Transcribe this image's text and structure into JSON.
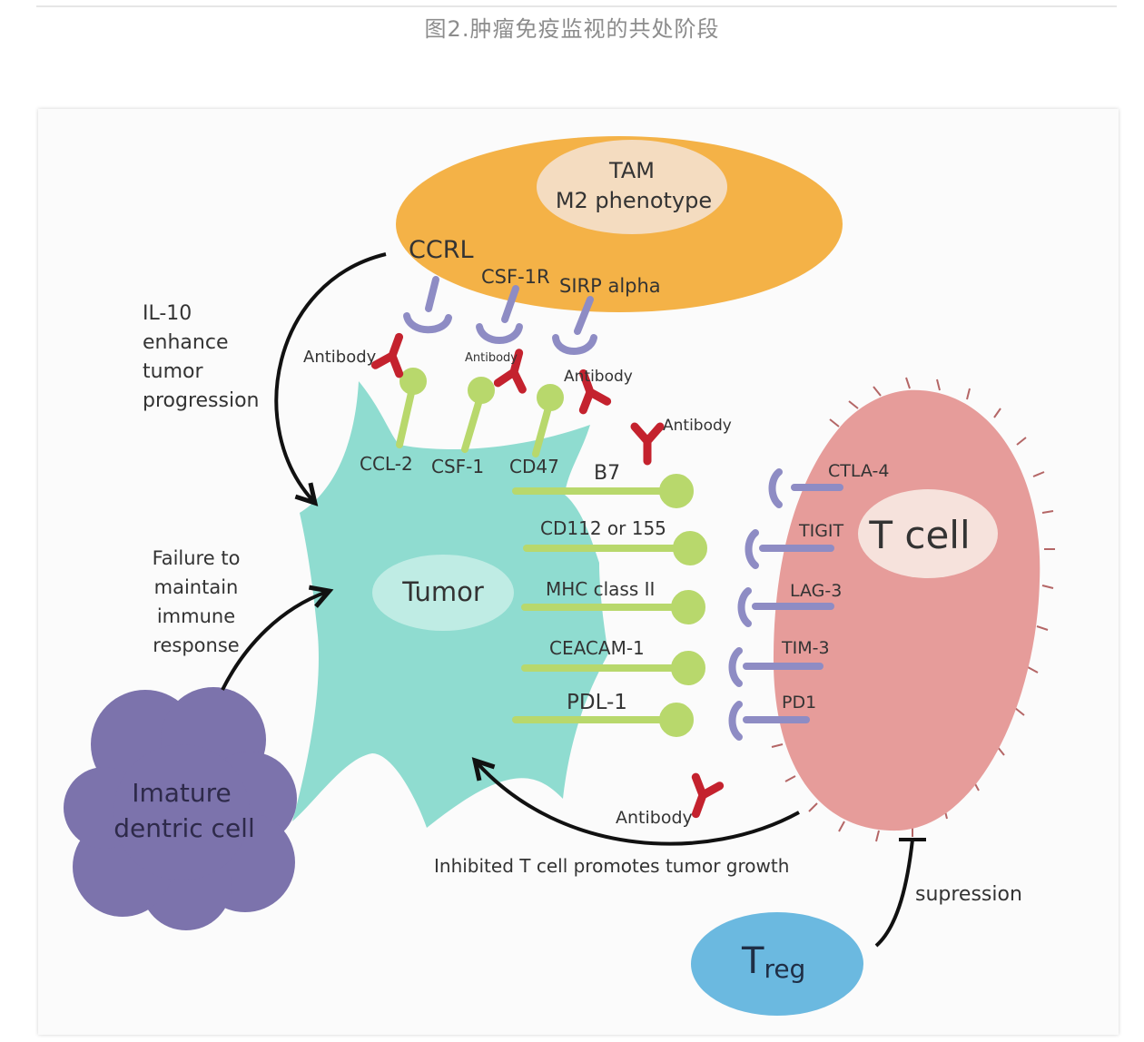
{
  "caption": "图2.肿瘤免疫监视的共处阶段",
  "colors": {
    "tam": "#f4b247",
    "tam_inner": "#f4dcc0",
    "tumor": "#8fdcd0",
    "tumor_inner": "#bfece4",
    "tcell": "#e69c9a",
    "tcell_inner": "#f6e2dc",
    "dendritic": "#7c73ac",
    "treg": "#6bb9e0",
    "ligand": "#b8d86c",
    "receptor": "#8e8cc4",
    "antibody": "#c4222e",
    "arrow": "#111111"
  },
  "cells": {
    "tam_line1": "TAM",
    "tam_line2": "M2 phenotype",
    "tumor": "Tumor",
    "tcell": "T cell",
    "dendritic_line1": "Imature",
    "dendritic_line2": "dentric cell",
    "treg_main": "T",
    "treg_sub": "reg"
  },
  "tam_receptors": [
    "CCRL",
    "CSF-1R",
    "SIRP alpha"
  ],
  "tumor_top_ligands": [
    "CCL-2",
    "CSF-1",
    "CD47"
  ],
  "tumor_side_ligands": [
    "B7",
    "CD112 or 155",
    "MHC class II",
    "CEACAM-1",
    "PDL-1"
  ],
  "tcell_receptors": [
    "CTLA-4",
    "TIGIT",
    "LAG-3",
    "TIM-3",
    "PD1"
  ],
  "antibody_label": "Antibody",
  "annotations": {
    "il10_line1": "IL-10",
    "il10_line2": "enhance",
    "il10_line3": "tumor",
    "il10_line4": "progression",
    "failure_line1": "Failure to",
    "failure_line2": "maintain",
    "failure_line3": "immune",
    "failure_line4": "response",
    "inhibited": "Inhibited T cell promotes tumor growth",
    "supression": "supression"
  }
}
